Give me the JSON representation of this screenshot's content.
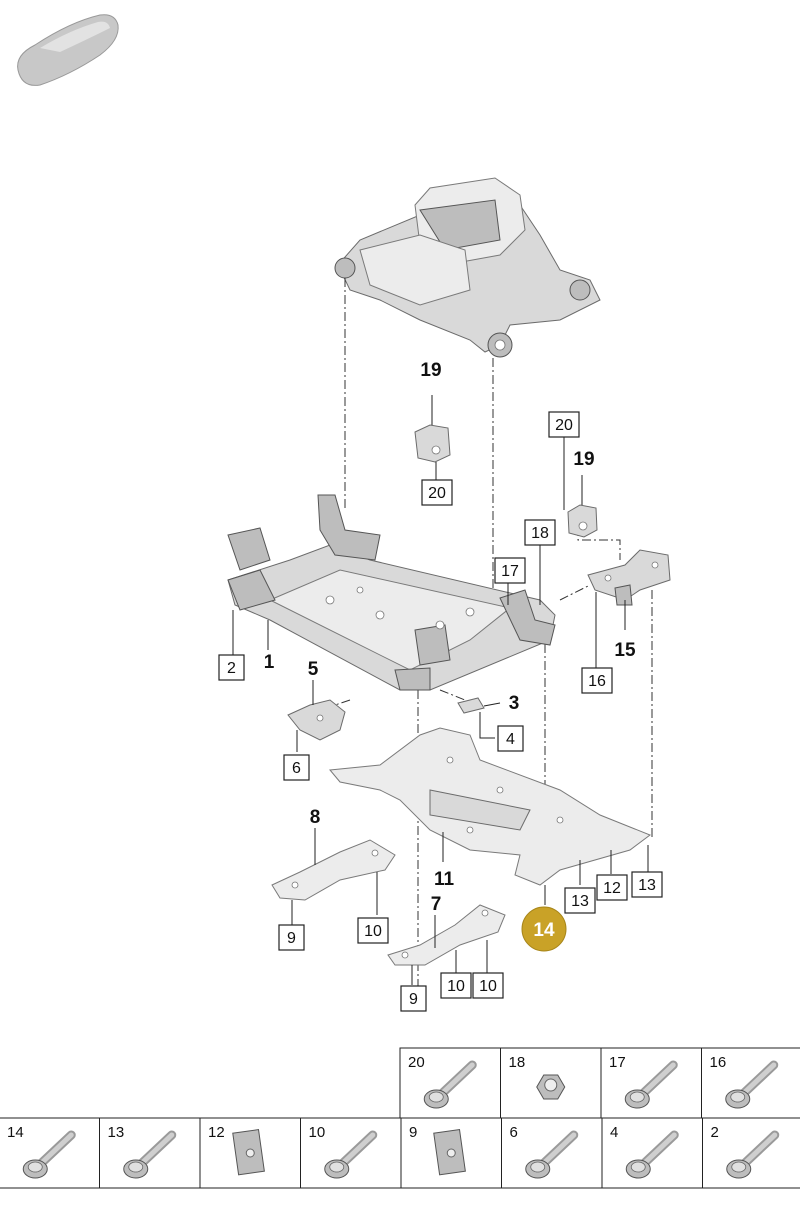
{
  "callouts": {
    "c1": "1",
    "c2": "2",
    "c3": "3",
    "c4": "4",
    "c5": "5",
    "c6": "6",
    "c7": "7",
    "c8": "8",
    "c9a": "9",
    "c9b": "9",
    "c10a": "10",
    "c10b": "10",
    "c10c": "10",
    "c11": "11",
    "c12": "12",
    "c13a": "13",
    "c13b": "13",
    "c14": "14",
    "c15": "15",
    "c16": "16",
    "c17": "17",
    "c18": "18",
    "c19a": "19",
    "c19b": "19",
    "c20a": "20",
    "c20b": "20"
  },
  "highlight_color": "#c9a227",
  "fastener_table": {
    "top_row": [
      "20",
      "18",
      "17",
      "16"
    ],
    "bottom_row": [
      "14",
      "13",
      "12",
      "10",
      "9",
      "6",
      "4",
      "2"
    ]
  }
}
